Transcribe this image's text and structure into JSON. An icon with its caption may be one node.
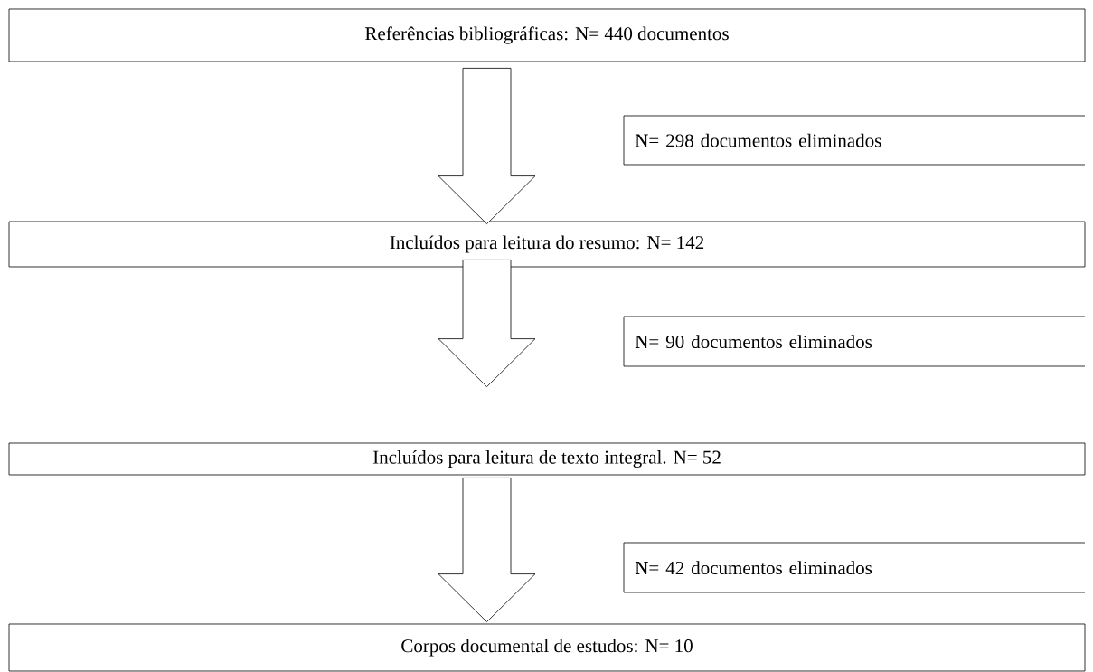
{
  "diagram": {
    "nodes": [
      {
        "text": [
          "Referências bibliográficas: N= 440 documentos"
        ]
      },
      {
        "text": [
          "N= 298 documentos eliminados"
        ]
      },
      {
        "text": [
          "Incluídos para leitura do resumo: N= 142"
        ]
      },
      {
        "text": [
          "N= 90 documentos eliminados"
        ]
      },
      {
        "text": [
          "Incluídos para leitura de texto integral. N= 52"
        ]
      },
      {
        "text": [
          "N= 42 documentos eliminados"
        ]
      },
      {
        "text": [
          "Corpos documental de estudos: N= 10"
        ]
      }
    ],
    "edges": [
      {
        "from": 0,
        "to": 2,
        "arrow": "to"
      },
      {
        "from": 2,
        "to": 4,
        "arrow": "to"
      },
      {
        "from": 4,
        "to": 6,
        "arrow": "to"
      }
    ]
  }
}
